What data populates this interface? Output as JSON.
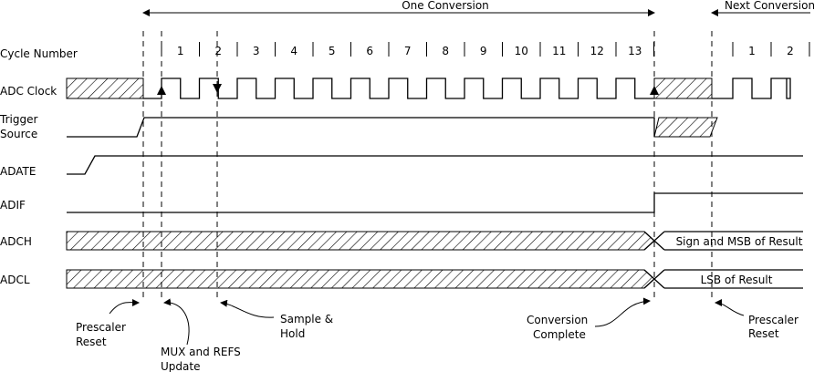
{
  "header": {
    "one_conversion": "One Conversion",
    "next_conversion": "Next Conversion"
  },
  "signals": {
    "cycle_number": "Cycle Number",
    "adc_clock": "ADC Clock",
    "trigger_source_line1": "Trigger",
    "trigger_source_line2": "Source",
    "adate": "ADATE",
    "adif": "ADIF",
    "adch": "ADCH",
    "adcl": "ADCL"
  },
  "cycles_first": [
    "1",
    "2",
    "3",
    "4",
    "5",
    "6",
    "7",
    "8",
    "9",
    "10",
    "11",
    "12",
    "13"
  ],
  "cycles_next": [
    "1",
    "2"
  ],
  "results": {
    "adch_value": "Sign and MSB of Result",
    "adcl_value": "LSB of Result"
  },
  "annotations": {
    "prescaler_reset_1a": "Prescaler",
    "prescaler_reset_1b": "Reset",
    "mux_refs_a": "MUX and REFS",
    "mux_refs_b": "Update",
    "sample_hold_a": "Sample &",
    "sample_hold_b": "Hold",
    "conversion_complete_a": "Conversion",
    "conversion_complete_b": "Complete",
    "prescaler_reset_2a": "Prescaler",
    "prescaler_reset_2b": "Reset"
  }
}
